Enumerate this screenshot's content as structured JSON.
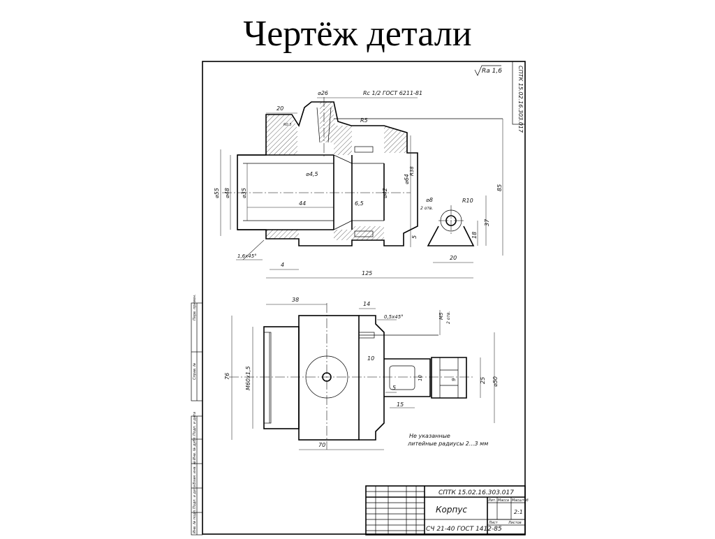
{
  "slide": {
    "title": "Чертёж детали"
  },
  "drawing": {
    "roughness": "Ra 1,6",
    "doc_code_rotated": "СПТК 15.02.16.303.017",
    "notes": [
      "Не указанные",
      "литейные радиусы 2...3 мм"
    ],
    "front_view_dims": {
      "d26": "⌀26",
      "thread": "Rc 1/2 ГОСТ 6211-81",
      "w20": "20",
      "r03": "R0.3",
      "r5": "R5",
      "d45": "⌀4,5",
      "r38": "R38",
      "d55": "⌀55",
      "d48": "⌀48",
      "d35": "⌀35",
      "d42": "⌀42",
      "d64": "⌀64",
      "l44": "44",
      "l65": "6,5",
      "d8": "⌀8",
      "holes2": "2 отв.",
      "r10": "R10",
      "h37": "37",
      "h18": "18",
      "h5": "5",
      "h85": "85",
      "w20b": "20",
      "chamfer16": "1,6х45°",
      "w4": "4",
      "l125": "125"
    },
    "top_view_dims": {
      "w38": "38",
      "w14": "14",
      "chamfer05": "0,5х45°",
      "m5": "M5",
      "holes2": "2 отв.",
      "h76": "76",
      "thread_m60": "M60х1,5",
      "w10": "10",
      "h10": "10",
      "w5": "5",
      "w15": "15",
      "h9": "9",
      "h25": "25",
      "d50": "⌀50",
      "w70": "70"
    },
    "title_block": {
      "code": "СПТК 15.02.16.303.017",
      "name": "Корпус",
      "material": "СЧ 21-40 ГОСТ 1412-85",
      "scale": "2:1",
      "col_lit": "Лит.",
      "col_mass": "Масса",
      "col_scale": "Масштаб",
      "sheet": "Лист",
      "sheets": "Листов"
    },
    "side_stamps": [
      "Перв. примен.",
      "Справ. №",
      "Подп. и дата",
      "Инв. № дубл.",
      "Взам. инв. №",
      "Подп. и дата",
      "Инв. № подл."
    ]
  }
}
